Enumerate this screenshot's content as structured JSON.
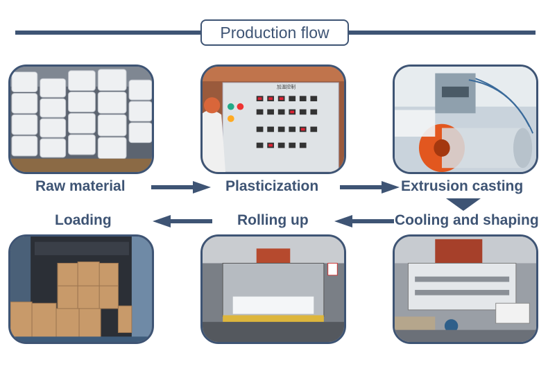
{
  "title": "Production flow",
  "steps": [
    {
      "label": "Raw material"
    },
    {
      "label": "Plasticization"
    },
    {
      "label": "Extrusion casting"
    },
    {
      "label": "Cooling and shaping"
    },
    {
      "label": "Rolling up"
    },
    {
      "label": "Loading"
    }
  ],
  "panel_text": "加温控制",
  "colors": {
    "accent": "#3e5474"
  }
}
